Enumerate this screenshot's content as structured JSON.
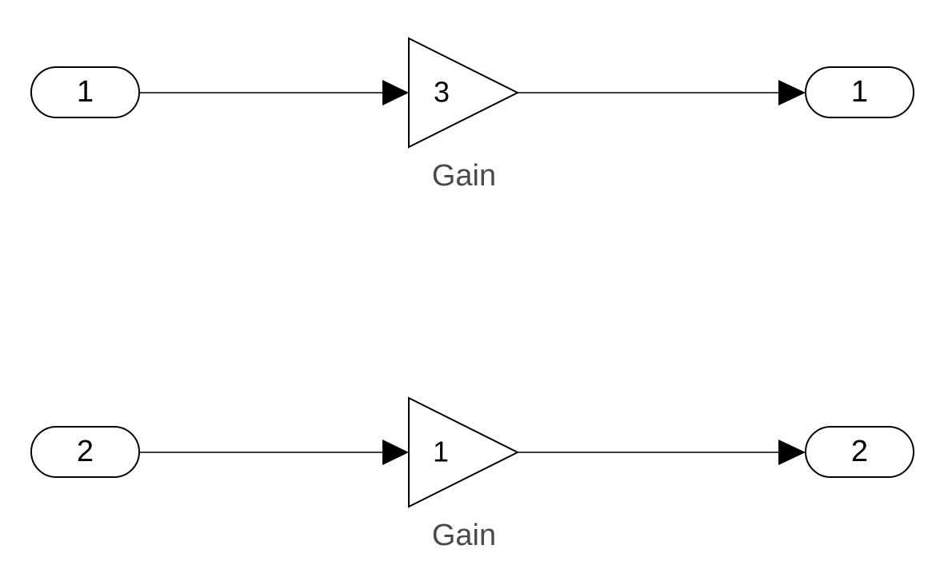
{
  "rows": [
    {
      "inport": {
        "label": "1"
      },
      "gain": {
        "value": "3",
        "name": "Gain"
      },
      "outport": {
        "label": "1"
      }
    },
    {
      "inport": {
        "label": "2"
      },
      "gain": {
        "value": "1",
        "name": "Gain"
      },
      "outport": {
        "label": "2"
      }
    }
  ],
  "colors": {
    "stroke": "#000000",
    "fill": "#ffffff",
    "label": "#4a4a4a"
  }
}
